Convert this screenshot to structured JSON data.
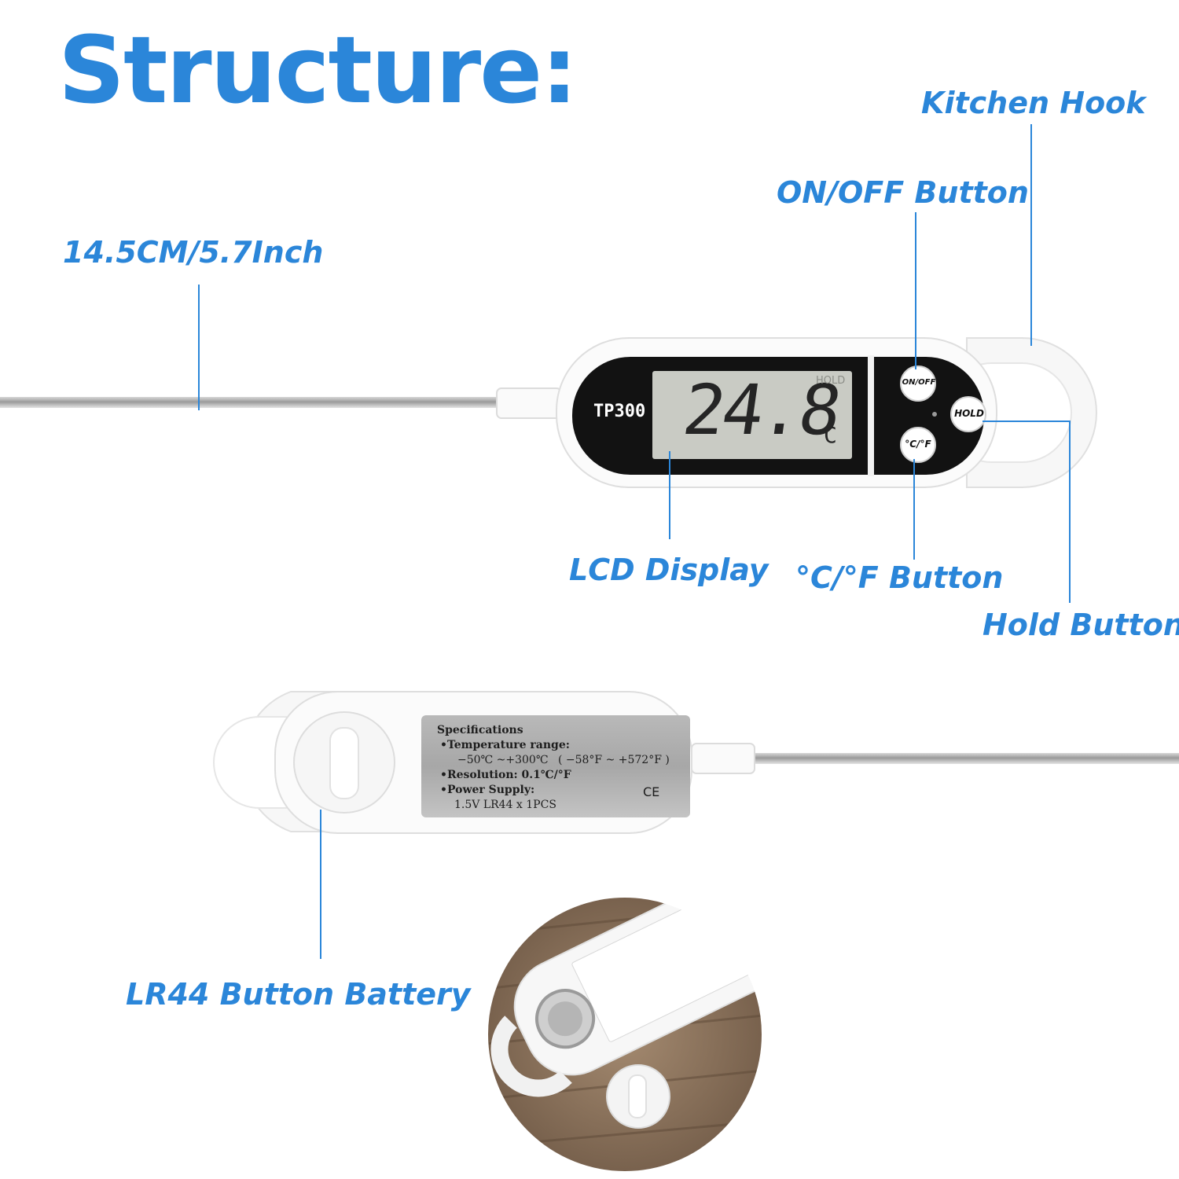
{
  "title": "Structure:",
  "labels": {
    "kitchen_hook": "Kitchen Hook",
    "on_off_button": "ON/OFF Button",
    "length": "14.5CM/5.7Inch",
    "lcd_display": "LCD Display",
    "unit_button": "°C/°F Button",
    "hold_button": "Hold Button",
    "battery": "LR44 Button Battery"
  },
  "device_front": {
    "model": "TP300",
    "reading": "24.8",
    "unit": "C",
    "hold_indicator": "HOLD",
    "btn_onoff": "ON/OFF",
    "btn_hold": "HOLD",
    "btn_unit": "°C/°F"
  },
  "device_back": {
    "spec_title": "Specifications",
    "spec_range_label": "•Temperature range:",
    "spec_range_c": "−50℃ ~+300℃",
    "spec_range_f": "( −58°F ~ +572°F )",
    "spec_resolution": "•Resolution: 0.1℃/°F",
    "spec_power_label": "•Power Supply:",
    "spec_power_value": "1.5V LR44 x 1PCS",
    "spec_cert": "CE"
  },
  "colors": {
    "accent": "#2b86d9",
    "lcd": "#c9cbc4",
    "panel": "#111111",
    "body": "#ffffff"
  }
}
